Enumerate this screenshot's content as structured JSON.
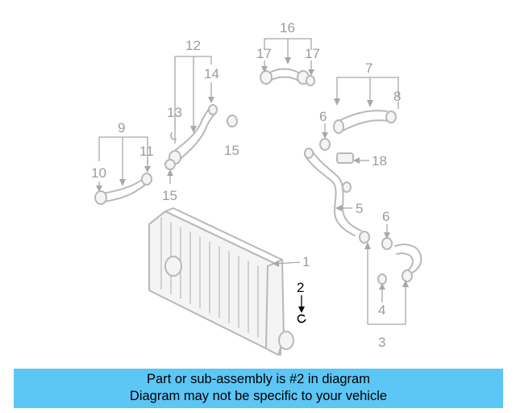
{
  "diagram": {
    "callouts": {
      "c1": "1",
      "c2": "2",
      "c3": "3",
      "c4": "4",
      "c5": "5",
      "c6a": "6",
      "c6b": "6",
      "c7": "7",
      "c8": "8",
      "c9": "9",
      "c10": "10",
      "c11": "11",
      "c12": "12",
      "c13": "13",
      "c14": "14",
      "c15a": "15",
      "c15b": "15",
      "c16": "16",
      "c17a": "17",
      "c17b": "17",
      "c18": "18"
    },
    "highlighted_part": "2",
    "highlight_color": "#000000",
    "line_color": "#b8b8b8"
  },
  "banner": {
    "line1": "Part or sub-assembly is #2 in diagram",
    "line2": "Diagram may not be specific to your vehicle",
    "background": "#5cc6f5"
  }
}
